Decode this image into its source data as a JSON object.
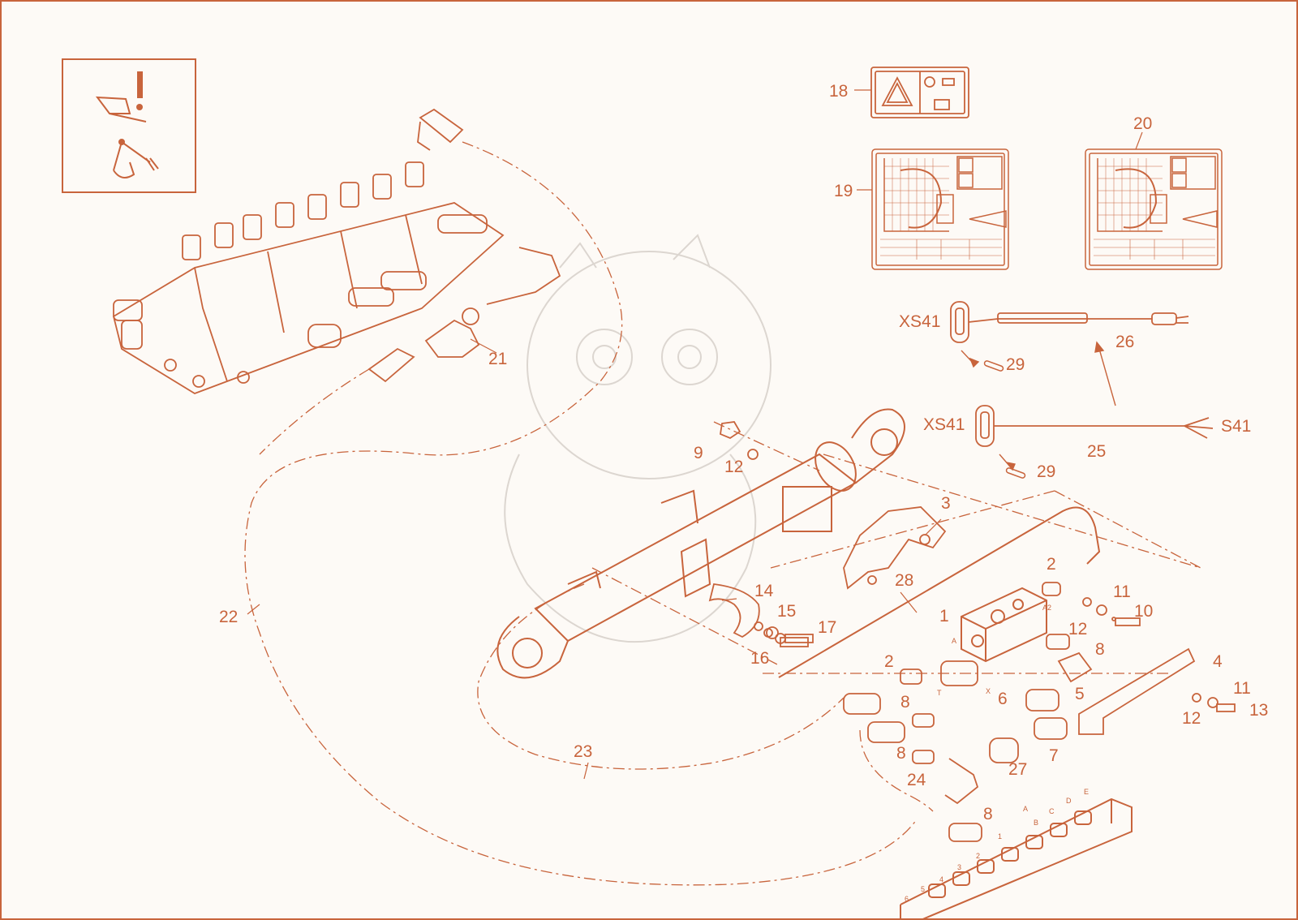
{
  "colors": {
    "line": "#c8643c",
    "background": "#fdfaf6",
    "watermark": "#dcd6d0"
  },
  "callouts": {
    "c1": "1",
    "c2a": "2",
    "c2b": "2",
    "c3": "3",
    "c4": "4",
    "c5": "5",
    "c6": "6",
    "c7": "7",
    "c8a": "8",
    "c8b": "8",
    "c8c": "8",
    "c8d": "8",
    "c9": "9",
    "c10": "10",
    "c11a": "11",
    "c11b": "11",
    "c12a": "12",
    "c12b": "12",
    "c12c": "12",
    "c13": "13",
    "c14": "14",
    "c15": "15",
    "c16": "16",
    "c17": "17",
    "c18": "18",
    "c19": "19",
    "c20": "20",
    "c21": "21",
    "c22": "22",
    "c23": "23",
    "c24": "24",
    "c25": "25",
    "c26": "26",
    "c27": "27",
    "c28": "28",
    "c29a": "29",
    "c29b": "29",
    "xs41a": "XS41",
    "xs41b": "XS41",
    "s41": "S41"
  },
  "port_labels": {
    "a": "A",
    "a2": "A2",
    "t": "T",
    "x": "X",
    "ma": "A",
    "mb": "B",
    "mc": "C",
    "md": "D",
    "me": "E",
    "m1": "1",
    "m2": "2",
    "m3": "3",
    "m4": "4",
    "m5": "5",
    "m6": "6"
  },
  "icons": {
    "safety_panel": "bucket-warning-icon",
    "decal_18": "warning-decal-icon",
    "decal_19": "lifting-capacity-decal-icon",
    "decal_20": "lifting-capacity-decal-icon"
  }
}
